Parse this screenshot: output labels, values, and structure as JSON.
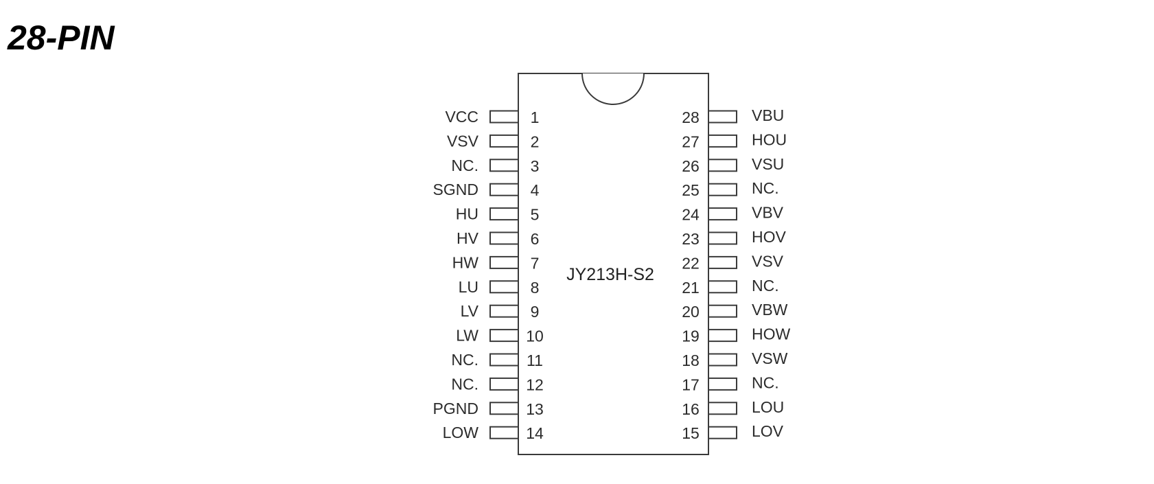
{
  "heading": "28-PIN",
  "chip": {
    "part_number": "JY213H-S2"
  },
  "colors": {
    "outline": "#3a3a3a",
    "text": "#2b2b2b",
    "background": "#ffffff"
  },
  "left_pins": [
    {
      "number": "1",
      "label": "VCC"
    },
    {
      "number": "2",
      "label": "VSV"
    },
    {
      "number": "3",
      "label": "NC."
    },
    {
      "number": "4",
      "label": "SGND"
    },
    {
      "number": "5",
      "label": "HU"
    },
    {
      "number": "6",
      "label": "HV"
    },
    {
      "number": "7",
      "label": "HW"
    },
    {
      "number": "8",
      "label": "LU"
    },
    {
      "number": "9",
      "label": "LV"
    },
    {
      "number": "10",
      "label": "LW"
    },
    {
      "number": "11",
      "label": "NC."
    },
    {
      "number": "12",
      "label": "NC."
    },
    {
      "number": "13",
      "label": "PGND"
    },
    {
      "number": "14",
      "label": "LOW"
    }
  ],
  "right_pins": [
    {
      "number": "28",
      "label": "VBU"
    },
    {
      "number": "27",
      "label": "HOU"
    },
    {
      "number": "26",
      "label": "VSU"
    },
    {
      "number": "25",
      "label": "NC."
    },
    {
      "number": "24",
      "label": "VBV"
    },
    {
      "number": "23",
      "label": "HOV"
    },
    {
      "number": "22",
      "label": "VSV"
    },
    {
      "number": "21",
      "label": "NC."
    },
    {
      "number": "20",
      "label": "VBW"
    },
    {
      "number": "19",
      "label": "HOW"
    },
    {
      "number": "18",
      "label": "VSW"
    },
    {
      "number": "17",
      "label": "NC."
    },
    {
      "number": "16",
      "label": "LOU"
    },
    {
      "number": "15",
      "label": "LOV"
    }
  ]
}
